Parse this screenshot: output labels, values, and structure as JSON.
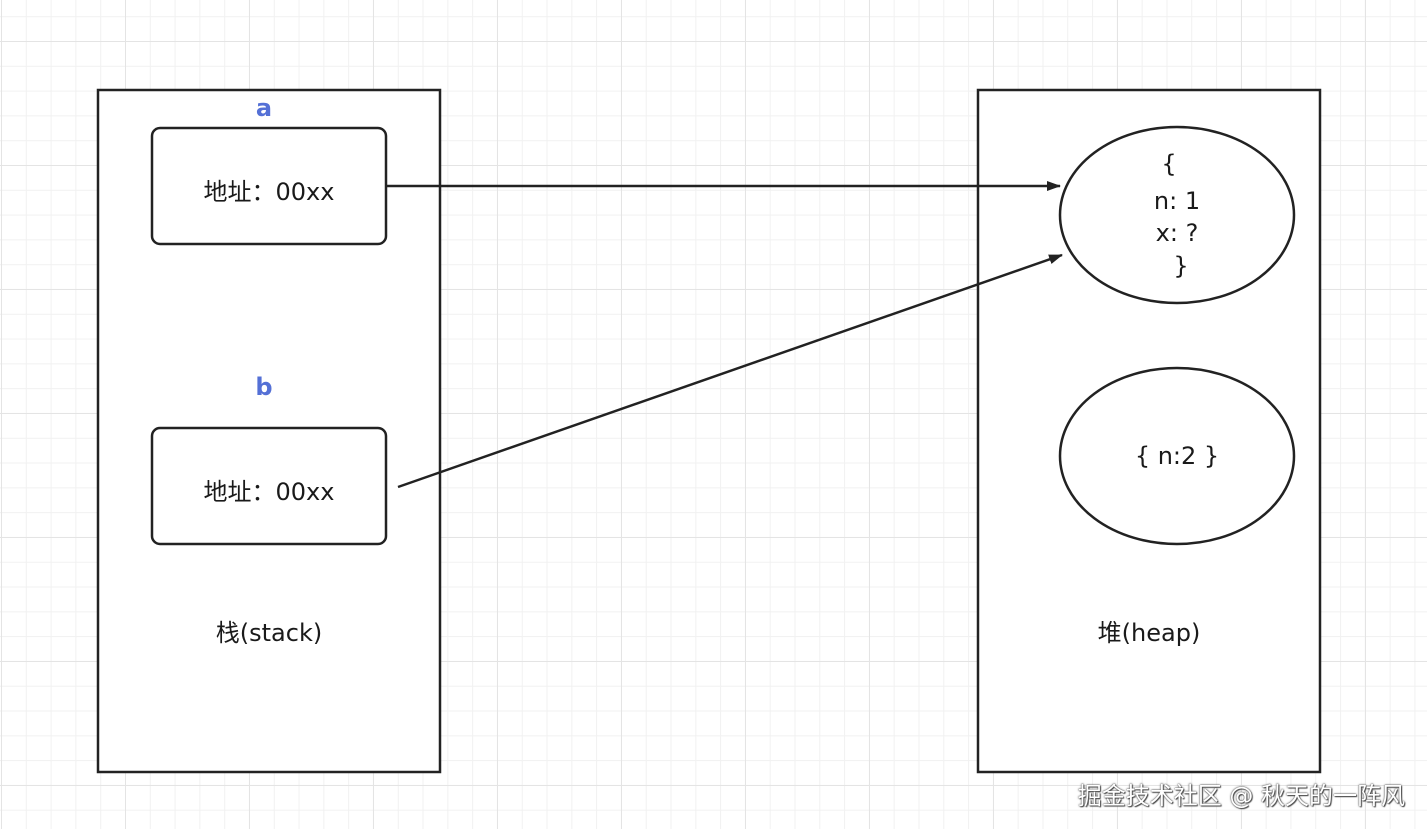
{
  "stack": {
    "label": "栈(stack)",
    "var_a": {
      "name": "a",
      "value": "地址：00xx"
    },
    "var_b": {
      "name": "b",
      "value": "地址：00xx"
    }
  },
  "heap": {
    "label": "堆(heap)",
    "object1": {
      "lines": [
        "{",
        "n: 1",
        "x: ?",
        "}"
      ]
    },
    "object2": {
      "text": "{ n:2 }"
    }
  },
  "watermark": "掘金技术社区 @ 秋天的一阵风",
  "colors": {
    "var_name": "#5470d6",
    "stroke": "#222222",
    "grid": "#e4e4e4"
  }
}
